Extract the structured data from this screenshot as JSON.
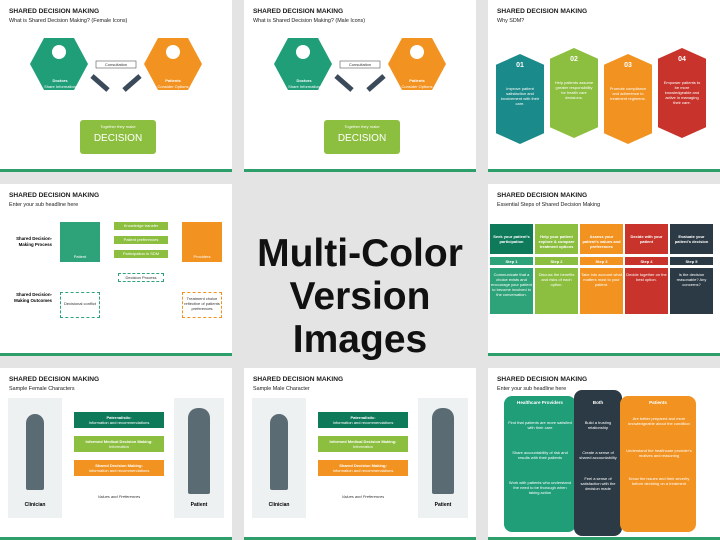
{
  "center_caption": [
    "Multi-Color",
    "Version Images"
  ],
  "colors": {
    "green": "#2ea37a",
    "dark_green": "#0f7a5a",
    "orange": "#f29321",
    "red": "#c8342c",
    "teal": "#1b8a8a",
    "lime": "#8cbf3f",
    "gray": "#5a6b74"
  },
  "slides": {
    "s1": {
      "title": "SHARED DECISION MAKING",
      "subtitle": "What is Shared Decision Making? (Female Icons)",
      "left_name": "Doctors",
      "left_desc": "Share Information",
      "right_name": "Patients",
      "right_desc": "Consider Options",
      "link": "Consultation",
      "bottom_top": "Together they make",
      "bottom_main": "DECISION"
    },
    "s2": {
      "title": "SHARED DECISION MAKING",
      "subtitle": "What is Shared Decision Making? (Male Icons)",
      "left_name": "Doctors",
      "left_desc": "Share Information",
      "right_name": "Patients",
      "right_desc": "Consider Options",
      "link": "Consultation",
      "bottom_top": "Together they make",
      "bottom_main": "DECISION"
    },
    "s3": {
      "title": "SHARED DECISION MAKING",
      "subtitle": "Why SDM?",
      "items": [
        {
          "num": "01",
          "text": "Improve patient satisfaction and involvement with their care."
        },
        {
          "num": "02",
          "text": "Help patients assume greater responsibility for health care decisions."
        },
        {
          "num": "03",
          "text": "Promote compliance and adherence to treatment regimens."
        },
        {
          "num": "04",
          "text": "Empower patients to be more knowledgeable and active in managing their care."
        }
      ]
    },
    "s4": {
      "title": "SHARED DECISION MAKING",
      "subtitle": "Enter your sub headline here",
      "label_process": "Shared Decision-Making Process",
      "label_outcomes": "Shared Decision-Making Outcomes",
      "patient": "Patient",
      "providers": "Providers",
      "middle": [
        "Knowledge transfer",
        "Patient preferences",
        "Participation in SDM"
      ],
      "decision": "Decision Process",
      "out_left": "Decisional conflict",
      "out_right": "Treatment choice reflective of patients preferences"
    },
    "s5": {
      "title": "SHARED DECISION MAKING",
      "subtitle": "Essential Steps of Shared Decision Making",
      "steps": [
        {
          "head": "Seek your patient's participation",
          "label": "Step 1",
          "body": "Communicate that a choice exists and encourage your patient to become involved in the conversation."
        },
        {
          "head": "Help your patient explore & compare treatment options",
          "label": "Step 2",
          "body": "Discuss the benefits and risks of each option."
        },
        {
          "head": "Assess your patient's values and preferences",
          "label": "Step 3",
          "body": "Take into account what matters most to your patient."
        },
        {
          "head": "Decide with your patient",
          "label": "Step 4",
          "body": "Decide together on the best option."
        },
        {
          "head": "Evaluate your patient's decision",
          "label": "Step 5",
          "body": "Is the decision reasonable? Any concerns?"
        }
      ]
    },
    "s6": {
      "title": "SHARED DECISION MAKING",
      "subtitle": "Sample Female Characters",
      "left_label": "Clinician",
      "right_label": "Patient",
      "rows": [
        {
          "head": "Paternalistic:",
          "desc": "Information and recommendations"
        },
        {
          "head": "Informed Medical Decision Making:",
          "desc": "Information"
        },
        {
          "head": "Shared Decision Making:",
          "desc": "Information and recommendations"
        }
      ],
      "bottom": "Values and Preferences"
    },
    "s7": {
      "title": "SHARED DECISION MAKING",
      "subtitle": "Sample Male Character",
      "left_label": "Clinician",
      "right_label": "Patient",
      "rows": [
        {
          "head": "Paternalistic:",
          "desc": "Information and recommendations"
        },
        {
          "head": "Informed Medical Decision Making:",
          "desc": "Information"
        },
        {
          "head": "Shared Decision Making:",
          "desc": "Information and recommendations"
        }
      ],
      "bottom": "Values and Preferences"
    },
    "s8": {
      "title": "SHARED DECISION MAKING",
      "subtitle": "Enter your sub headline here",
      "col_left": "Healthcare Providers",
      "col_mid": "Both",
      "col_right": "Patients",
      "left": [
        "Find that patients are more satisfied with their care",
        "Share accountability of risk and results with their patients",
        "Work with patients who understand the need to be thorough when taking action"
      ],
      "mid": [
        "Build a trusting relationship",
        "Create a sense of shared accountability",
        "Feel a sense of satisfaction with the decision made"
      ],
      "right": [
        "Are better prepared and more knowledgeable about the condition",
        "Understand the healthcare provider's motives and reasoning",
        "Know the issues and their severity before deciding on a treatment"
      ]
    }
  }
}
